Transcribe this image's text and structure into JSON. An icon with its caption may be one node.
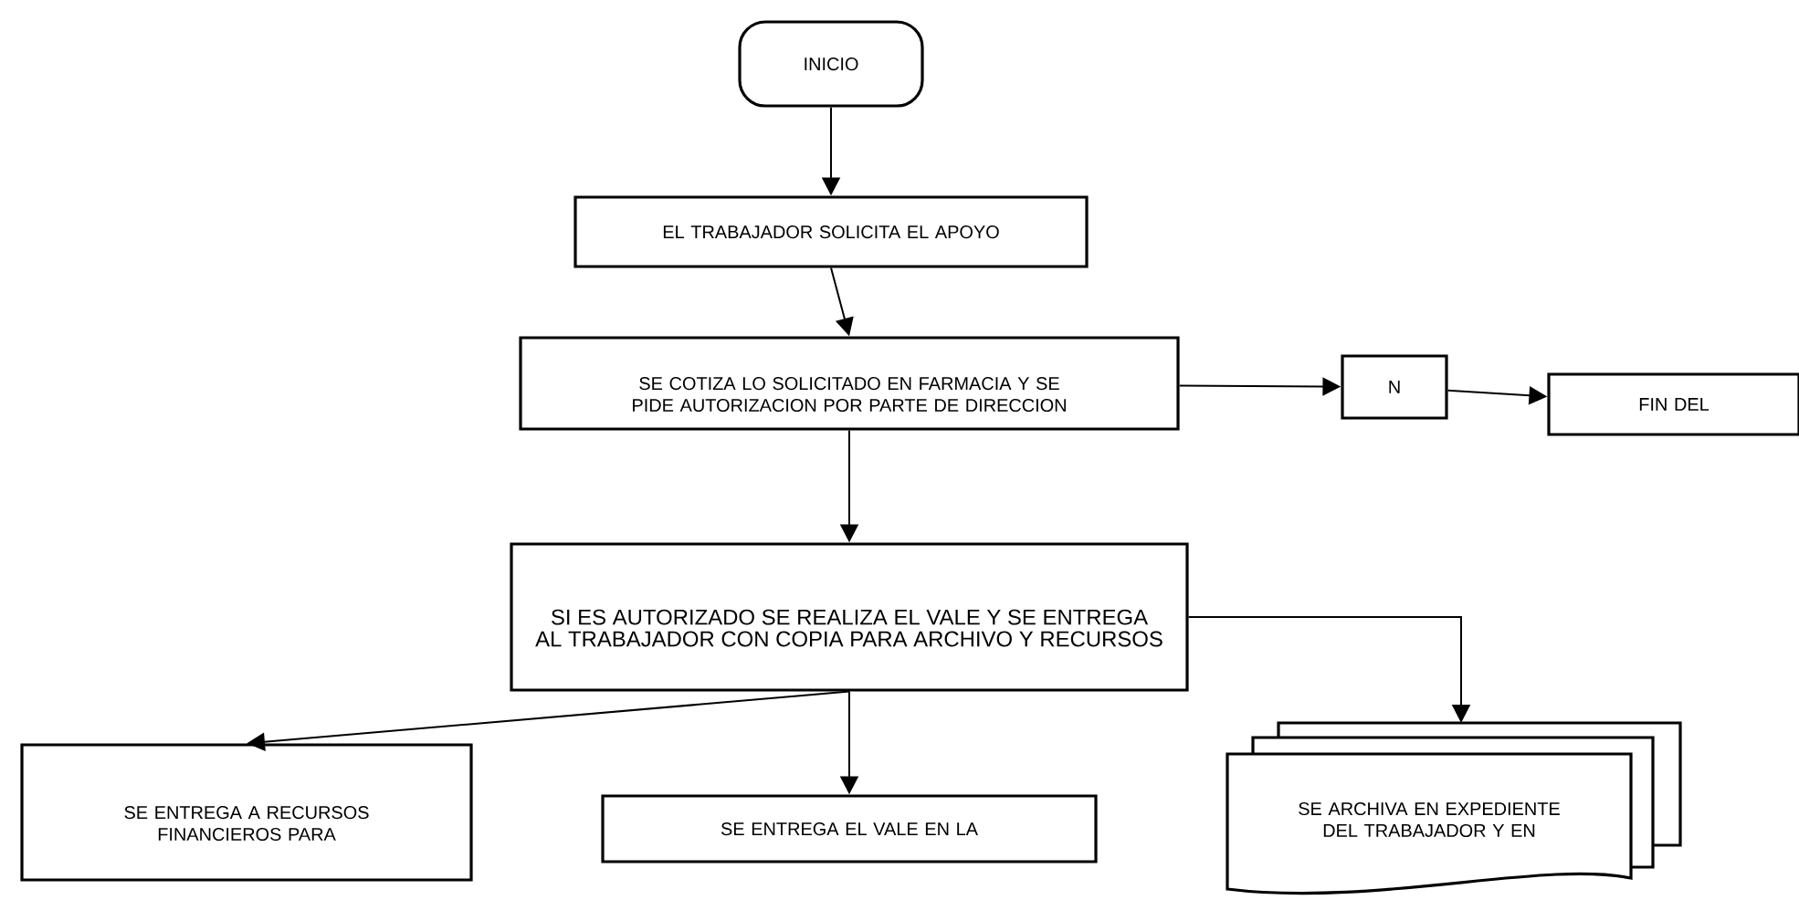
{
  "diagram": {
    "nodes": [
      {
        "text": [
          "INICIO"
        ]
      },
      {
        "text": [
          "EL TRABAJADOR SOLICITA EL APOYO"
        ]
      },
      {
        "text": [
          "SE COTIZA LO SOLICITADO EN FARMACIA Y SE PIDE AUTORIZACION POR PARTE DE DIRECCION"
        ]
      },
      {
        "text": [
          "N"
        ]
      },
      {
        "text": [
          "FIN DEL"
        ]
      },
      {
        "text": [
          "SI ES AUTORIZADO SE REALIZA EL VALE Y SE ENTREGA AL TRABAJADOR CON COPIA PARA ARCHIVO Y RECURSOS"
        ]
      },
      {
        "text": [
          "SE ENTREGA A RECURSOS FINANCIEROS PARA"
        ]
      },
      {
        "text": [
          "SE ENTREGA EL VALE EN LA"
        ]
      },
      {
        "text": [
          "SE ARCHIVA EN EXPEDIENTE DEL TRABAJADOR Y EN"
        ]
      }
    ],
    "edges": [
      {
        "from": 0,
        "to": 1,
        "arrow": "to"
      },
      {
        "from": 1,
        "to": 2,
        "arrow": "to"
      },
      {
        "from": 2,
        "to": 3,
        "arrow": "to"
      },
      {
        "from": 3,
        "to": 4,
        "arrow": "to"
      },
      {
        "from": 2,
        "to": 5,
        "arrow": "to"
      },
      {
        "from": 5,
        "to": 6,
        "arrow": "to"
      },
      {
        "from": 5,
        "to": 7,
        "arrow": "to"
      },
      {
        "from": 5,
        "to": 8,
        "arrow": "to"
      }
    ]
  }
}
